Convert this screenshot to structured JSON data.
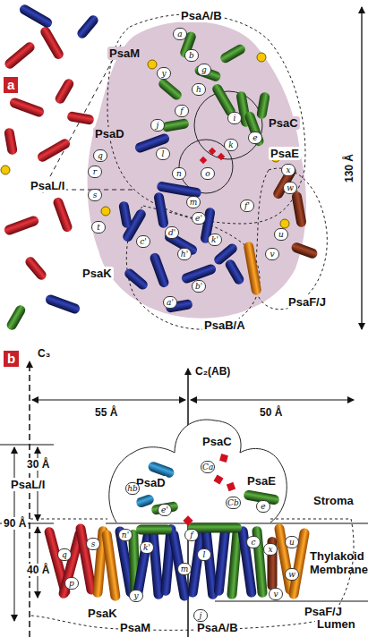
{
  "diagram": {
    "labels": [
      "a",
      "PsaA/B",
      "PsaM",
      "PsaD",
      "PsaC",
      "PsaE",
      "PsaL/I",
      "PsaK",
      "PsaF/J",
      "PsaB/A",
      "130 Å",
      "a",
      "b",
      "y",
      "g",
      "h",
      "j",
      "f",
      "i",
      "e",
      "k",
      "l",
      "n",
      "o",
      "x",
      "w",
      "q",
      "r",
      "s",
      "t",
      "m",
      "e'",
      "f'",
      "d'",
      "c'",
      "k'",
      "h'",
      "u",
      "v",
      "b'",
      "a'",
      "b",
      "C₃",
      "C₂(AB)",
      "55 Å",
      "50 Å",
      "30 Å",
      "90 Å",
      "40 Å",
      "PsaL/I",
      "PsaD",
      "PsaC",
      "PsaE",
      "Stroma",
      "Thylakoid Membrane",
      "Lumen",
      "PsaK",
      "PsaM",
      "PsaA/B",
      "PsaF/J",
      "Ca",
      "Cb",
      "hb",
      "e'",
      "e",
      "f",
      "n'",
      "s",
      "q",
      "p",
      "k'",
      "m",
      "l",
      "c",
      "x",
      "u",
      "w",
      "v",
      "y",
      "j"
    ]
  }
}
